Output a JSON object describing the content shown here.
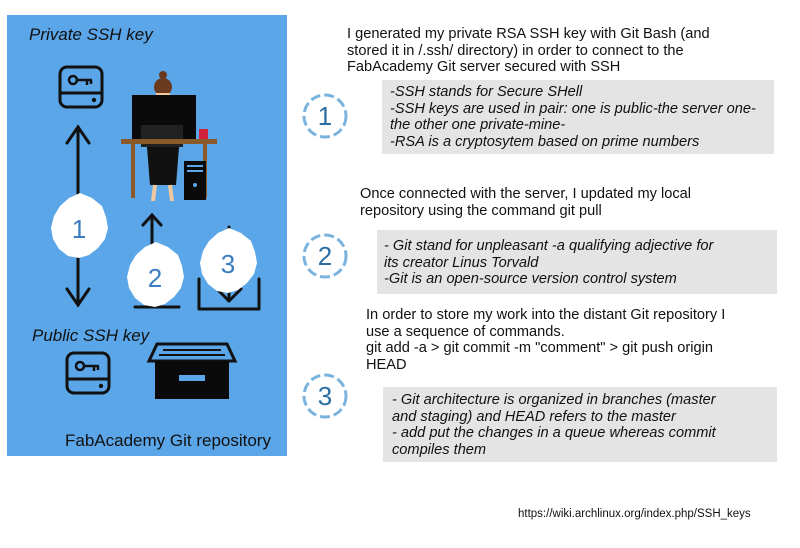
{
  "panel": {
    "private_key_label": "Private SSH key",
    "public_key_label": "Public SSH key",
    "repo_label": "FabAcademy Git repository",
    "badges": [
      "1",
      "2",
      "3"
    ]
  },
  "steps": [
    {
      "number": "1",
      "description": "I generated my private RSA SSH key with Git Bash (and\nstored it in /.ssh/ directory) in order to connect to the\nFabAcademy Git server secured with SSH",
      "notes": "-SSH stands for Secure SHell\n-SSH keys are used in pair: one is public-the server one-\n the other one private-mine-\n-RSA is a cryptosytem based on prime numbers"
    },
    {
      "number": "2",
      "description": "Once connected with the server, I updated my local\nrepository using the command git pull",
      "notes": "- Git stand for unpleasant -a qualifying adjective for\nits creator Linus Torvald\n-Git is an open-source version control system"
    },
    {
      "number": "3",
      "description": "In order to store my work into the distant Git repository I\nuse a sequence of commands.\ngit add -a > git commit -m \"comment\" >  git push origin\nHEAD",
      "notes": "- Git architecture is organized in branches (master\nand staging) and HEAD refers to the master\n- add put the changes in a queue whereas  commit\ncompiles them"
    }
  ],
  "footer": {
    "link": "https://wiki.archlinux.org/index.php/SSH_keys"
  },
  "colors": {
    "panel": "#5aa6e8",
    "note_bg": "#e4e4e4",
    "badge": "#2b6ea3"
  }
}
